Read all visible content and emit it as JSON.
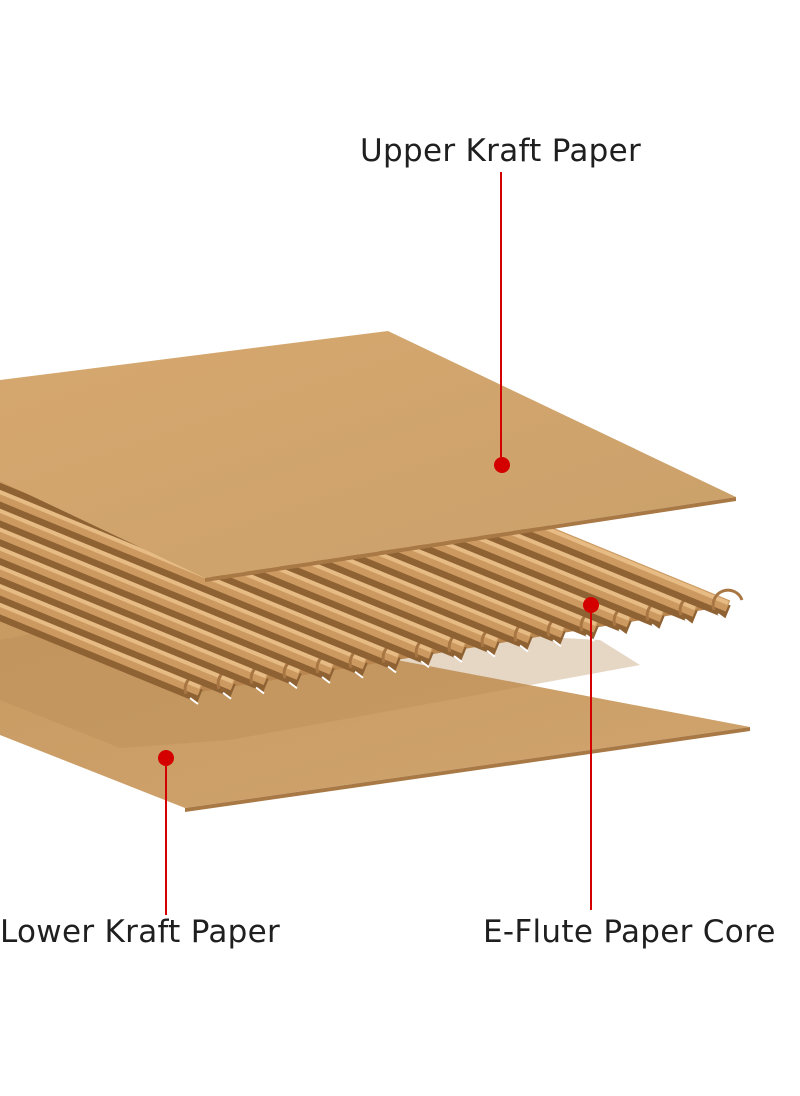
{
  "diagram": {
    "labels": {
      "upper": "Upper Kraft Paper",
      "core": "E-Flute Paper Core",
      "lower": "Lower Kraft Paper"
    },
    "colors": {
      "kraft": "#d1a26a",
      "kraft_edge": "#a87845",
      "flute": "#c69258",
      "leader": "#d40000"
    }
  }
}
